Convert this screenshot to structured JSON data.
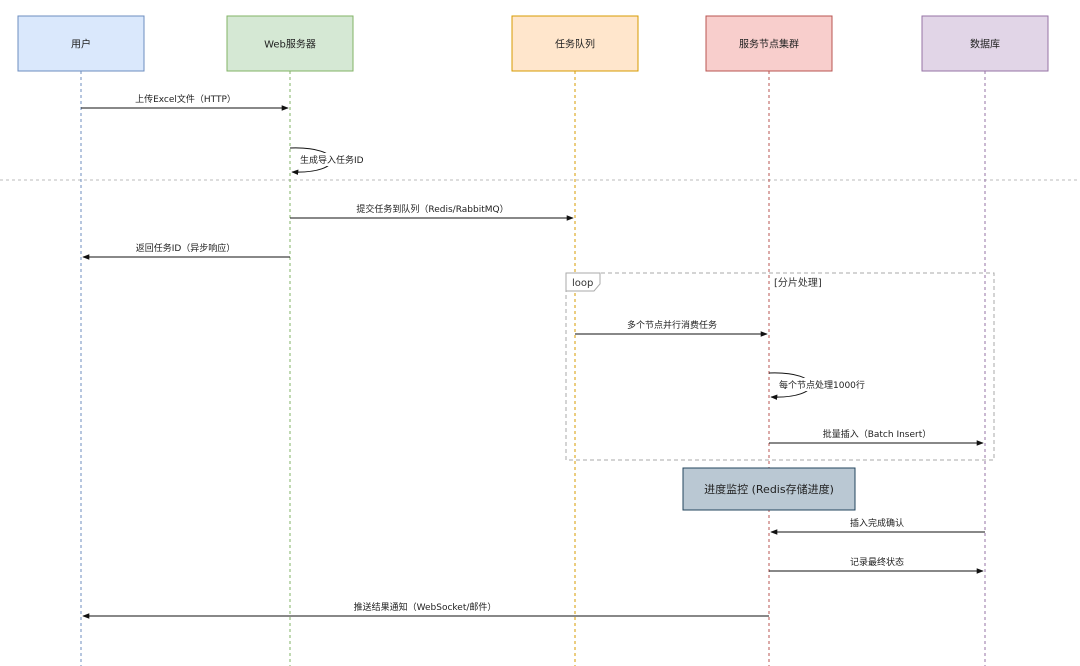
{
  "participants": [
    {
      "id": "user",
      "label": "用户",
      "fill": "#dae8fc",
      "stroke": "#6c8ebf",
      "line": "#6c8ebf"
    },
    {
      "id": "web",
      "label": "Web服务器",
      "fill": "#d5e8d4",
      "stroke": "#82b366",
      "line": "#82b366"
    },
    {
      "id": "queue",
      "label": "任务队列",
      "fill": "#ffe6cc",
      "stroke": "#d79b00",
      "line": "#d79b00"
    },
    {
      "id": "cluster",
      "label": "服务节点集群",
      "fill": "#f8cecc",
      "stroke": "#b85450",
      "line": "#b85450"
    },
    {
      "id": "db",
      "label": "数据库",
      "fill": "#e1d5e7",
      "stroke": "#9673a6",
      "line": "#9673a6"
    }
  ],
  "messages": [
    {
      "label": "上传Excel文件（HTTP）",
      "from": "user",
      "to": "web"
    },
    {
      "label": "生成导入任务ID",
      "from": "web",
      "to": "web"
    },
    {
      "label": "提交任务到队列（Redis/RabbitMQ）",
      "from": "web",
      "to": "queue"
    },
    {
      "label": "返回任务ID（异步响应）",
      "from": "web",
      "to": "user"
    },
    {
      "label": "多个节点并行消费任务",
      "from": "queue",
      "to": "cluster"
    },
    {
      "label": "每个节点处理1000行",
      "from": "cluster",
      "to": "cluster"
    },
    {
      "label": "批量插入（Batch Insert）",
      "from": "cluster",
      "to": "db"
    },
    {
      "label": "插入完成确认",
      "from": "db",
      "to": "cluster"
    },
    {
      "label": "记录最终状态",
      "from": "cluster",
      "to": "db"
    },
    {
      "label": "推送结果通知（WebSocket/邮件）",
      "from": "cluster",
      "to": "user"
    }
  ],
  "loop_frame": {
    "keyword": "loop",
    "condition": "[分片处理]"
  },
  "monitor_note": {
    "label": "进度监控 (Redis存储进度)",
    "fill": "#bac8d3",
    "stroke": "#23445d"
  }
}
